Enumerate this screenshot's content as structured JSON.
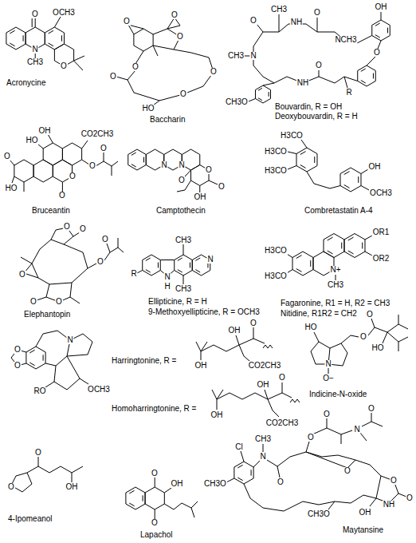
{
  "diagram": {
    "labels": [
      "O",
      "OCH3",
      "N",
      "CH3",
      "O",
      "Acronycine",
      "O",
      "O",
      "O",
      "O",
      "O",
      "O",
      "O",
      "HO",
      "Baccharin",
      "O",
      "CH3",
      "NH",
      "O",
      "NCH3",
      "OH",
      "O",
      "N",
      "CH3",
      "NH",
      "O",
      "R",
      "CH3O",
      "Bouvardin, R = OH",
      "Deoxybouvardin, R = H",
      "O",
      "HO",
      "OH",
      "HO",
      "CO2CH3",
      "O",
      "O",
      "O",
      "O",
      "Bruceantin",
      "N",
      "N",
      "O",
      "O",
      "O",
      "OH",
      "Camptothecin",
      "H3CO",
      "H3CO",
      "H3CO",
      "OH",
      "OCH3",
      "Combretastatin A-4",
      "O",
      "O",
      "O",
      "O",
      "O",
      "O",
      "O",
      "Elephantopin",
      "R",
      "N",
      "H",
      "N",
      "CH3",
      "CH3",
      "Ellipticine, R = H",
      "9-Methoxyellipticine, R = OCH3",
      "OR1",
      "OR2",
      "H3CO",
      "H3CO",
      "N+",
      "CH3",
      "Fagaronine, R1 = H, R2 = CH3",
      "Nitidine, R1R2 = CH2",
      "O",
      "O",
      "N",
      "RO",
      "OCH3",
      "Harringtonine, R =",
      "OH",
      "OH",
      "O",
      "CO2CH3",
      "Homoharringtonine, R =",
      "OH",
      "OH",
      "O",
      "CO2CH3",
      "HO",
      "O",
      "O",
      "HO",
      "N",
      "O−",
      "Indicine-N-oxide",
      "O",
      "O",
      "OH",
      "4-Ipomeanol",
      "O",
      "OH",
      "O",
      "Lapachol",
      "Cl",
      "CH3",
      "N",
      "CH3O",
      "O",
      "O",
      "O",
      "N",
      "O",
      "O",
      "O",
      "O",
      "NH",
      "OH",
      "CH3O",
      "Maytansine"
    ]
  }
}
